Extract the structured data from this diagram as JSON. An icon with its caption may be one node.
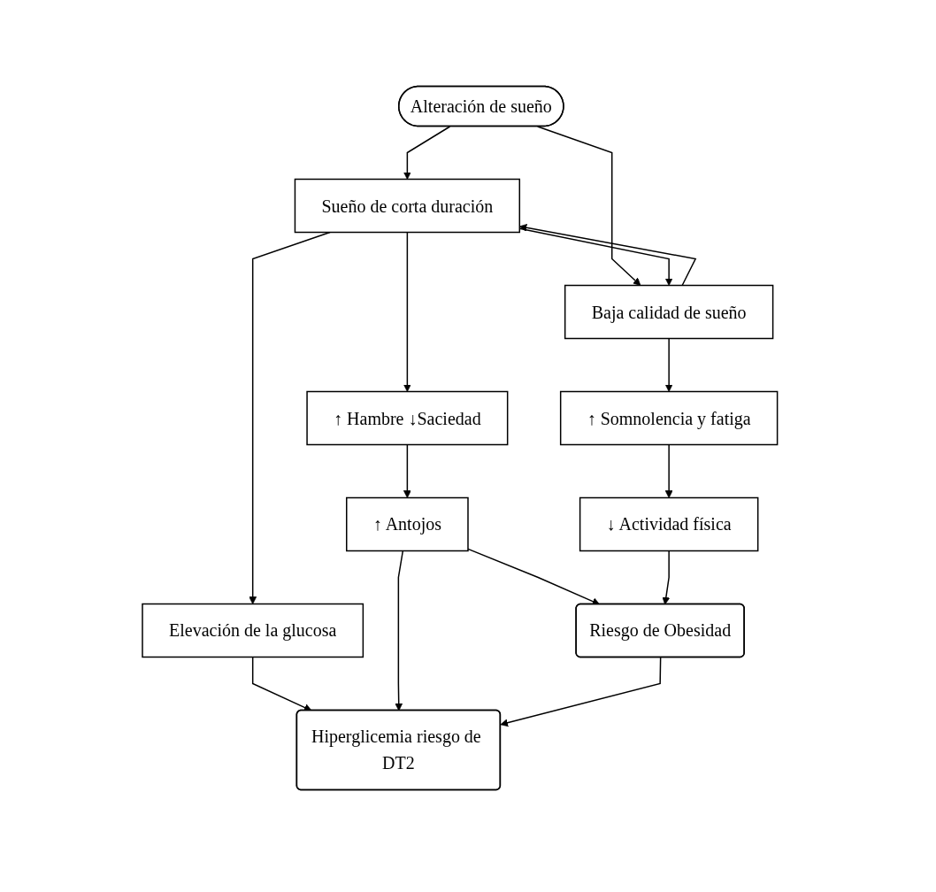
{
  "diagram": {
    "nodes": [
      {
        "text": [
          "Alteración de sueño"
        ]
      },
      {
        "text": [
          "Sueño de corta duración"
        ]
      },
      {
        "text": [
          "Baja calidad de sueño"
        ]
      },
      {
        "text": [
          "Elevación de la glucosa"
        ]
      },
      {
        "text": [
          "↑ Hambre ↓Saciedad"
        ]
      },
      {
        "text": [
          "↑ Somnolencia y fatiga"
        ]
      },
      {
        "text": [
          "↑ Antojos"
        ]
      },
      {
        "text": [
          "↓ Actividad física"
        ]
      },
      {
        "text": [
          "Hiperglicemia riesgo de DT2"
        ]
      },
      {
        "text": [
          "Riesgo de Obesidad"
        ]
      }
    ],
    "edges": [
      {
        "from": 0,
        "to": 1,
        "arrow": "to"
      },
      {
        "from": 0,
        "to": 2,
        "arrow": "to"
      },
      {
        "from": 1,
        "to": 2,
        "arrow": "to"
      },
      {
        "from": 2,
        "to": 1,
        "arrow": "to"
      },
      {
        "from": 1,
        "to": 3,
        "arrow": "to"
      },
      {
        "from": 1,
        "to": 4,
        "arrow": "to"
      },
      {
        "from": 2,
        "to": 5,
        "arrow": "to"
      },
      {
        "from": 3,
        "to": 8,
        "arrow": "to"
      },
      {
        "from": 4,
        "to": 6,
        "arrow": "to"
      },
      {
        "from": 5,
        "to": 7,
        "arrow": "to"
      },
      {
        "from": 6,
        "to": 8,
        "arrow": "to"
      },
      {
        "from": 6,
        "to": 9,
        "arrow": "to"
      },
      {
        "from": 7,
        "to": 9,
        "arrow": "to"
      },
      {
        "from": 9,
        "to": 8,
        "arrow": "to"
      }
    ]
  }
}
